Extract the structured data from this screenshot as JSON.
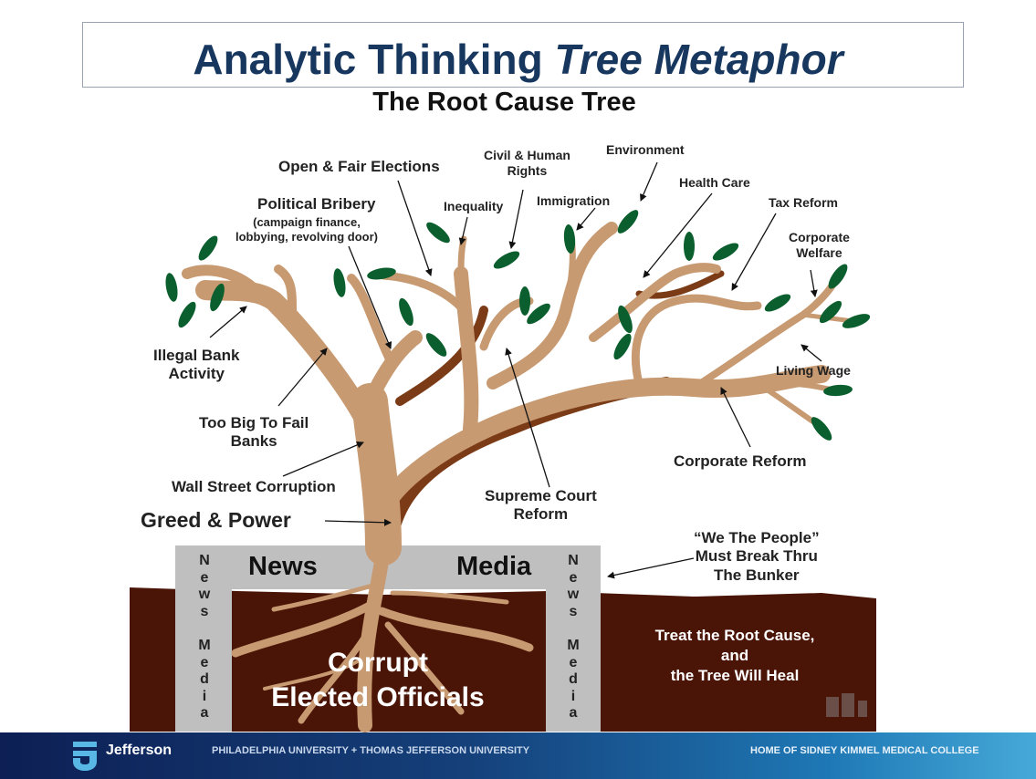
{
  "title": {
    "main": "Analytic Thinking ",
    "italic": "Tree Metaphor"
  },
  "subtitle": "The Root Cause Tree",
  "labels": {
    "open_fair": "Open & Fair Elections",
    "civil_rights": "Civil & Human\nRights",
    "environment": "Environment",
    "political_bribery": "Political Bribery",
    "political_bribery_sub": "(campaign finance,\nlobbying, revolving door)",
    "inequality": "Inequality",
    "immigration": "Immigration",
    "health_care": "Health Care",
    "tax_reform": "Tax Reform",
    "corporate_welfare": "Corporate\nWelfare",
    "illegal_bank": "Illegal Bank\nActivity",
    "living_wage": "Living Wage",
    "too_big": "Too Big To Fail\nBanks",
    "corporate_reform": "Corporate Reform",
    "wall_street": "Wall Street Corruption",
    "supreme_court": "Supreme Court\nReform",
    "greed_power": "Greed & Power",
    "we_the_people": "“We The People”\nMust Break Thru\nThe Bunker",
    "news": "News",
    "media": "Media",
    "vertical_news_media": "N\ne\nw\ns\n \nM\ne\nd\ni\na",
    "corrupt": "Corrupt\nElected Officials",
    "treat_root": "Treat the Root Cause,\nand\nthe Tree Will Heal"
  },
  "footer": {
    "brand": "Jefferson",
    "universities": "PHILADELPHIA UNIVERSITY + THOMAS JEFFERSON UNIVERSITY",
    "college": "HOME OF SIDNEY KIMMEL MEDICAL COLLEGE"
  },
  "colors": {
    "title": "#17375e",
    "trunk": "#c79a72",
    "trunk_shadow": "#7b3b16",
    "leaf": "#0b5e2d",
    "soil": "#4a1406",
    "bunker": "#bfbfbf"
  }
}
